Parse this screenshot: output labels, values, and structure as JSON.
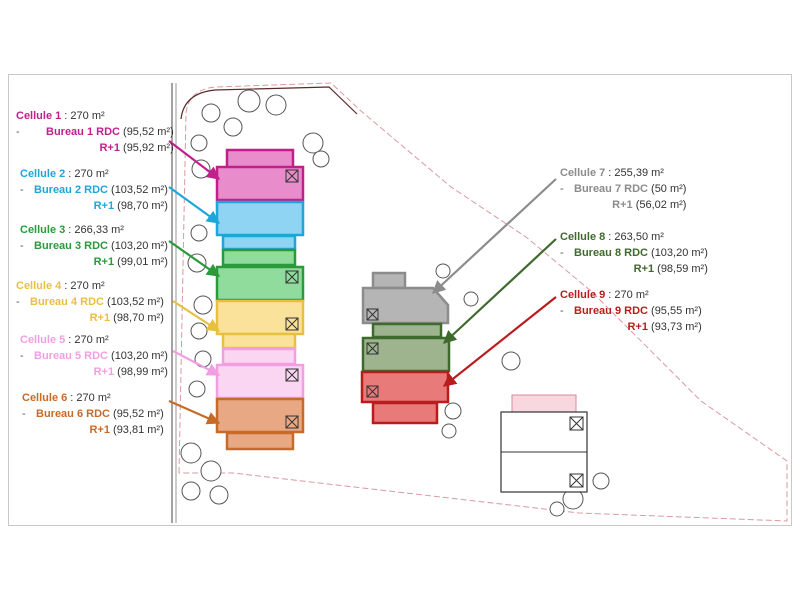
{
  "colors": {
    "c1": "#c0208a",
    "c2": "#1ea6d9",
    "c3": "#2a9a3a",
    "c4": "#e8c040",
    "c5": "#f0a0e0",
    "c6": "#c86a28",
    "c7": "#8c8c8c",
    "c8": "#3f6a2e",
    "c9": "#b81d1d"
  },
  "cells": [
    {
      "id": "1",
      "title": "Cellule 1",
      "area": " : 270 m²",
      "rdc_label": "Bureau 1 RDC",
      "rdc_value": " (95,52 m²)",
      "r1_label": "R+1",
      "r1_value": " (95,92 m²)"
    },
    {
      "id": "2",
      "title": "Cellule 2",
      "area": " : 270 m²",
      "rdc_label": "Bureau 2 RDC",
      "rdc_value": " (103,52 m²)",
      "r1_label": "R+1",
      "r1_value": " (98,70 m²)"
    },
    {
      "id": "3",
      "title": "Cellule 3",
      "area": " : 266,33 m²",
      "rdc_label": "Bureau 3 RDC",
      "rdc_value": " (103,20 m²)",
      "r1_label": "R+1",
      "r1_value": " (99,01 m²)"
    },
    {
      "id": "4",
      "title": "Cellule 4",
      "area": " : 270 m²",
      "rdc_label": "Bureau 4 RDC",
      "rdc_value": " (103,52 m²)",
      "r1_label": "R+1",
      "r1_value": " (98,70 m²)"
    },
    {
      "id": "5",
      "title": "Cellule 5",
      "area": " : 270 m²",
      "rdc_label": "Bureau 5 RDC",
      "rdc_value": " (103,20 m²)",
      "r1_label": "R+1",
      "r1_value": " (98,99 m²)"
    },
    {
      "id": "6",
      "title": "Cellule 6",
      "area": " : 270 m²",
      "rdc_label": "Bureau 6 RDC",
      "rdc_value": " (95,52 m²)",
      "r1_label": "R+1",
      "r1_value": " (93,81 m²)"
    },
    {
      "id": "7",
      "title": "Cellule 7",
      "area": " : 255,39 m²",
      "rdc_label": "Bureau 7 RDC",
      "rdc_value": " (50 m²)",
      "r1_label": "R+1",
      "r1_value": " (56,02 m²)"
    },
    {
      "id": "8",
      "title": "Cellule 8",
      "area": " : 263,50 m²",
      "rdc_label": "Bureau 8 RDC",
      "rdc_value": " (103,20 m²)",
      "r1_label": "R+1",
      "r1_value": " (98,59 m²)"
    },
    {
      "id": "9",
      "title": "Cellule 9",
      "area": " : 270 m²",
      "rdc_label": "Bureau 9 RDC",
      "rdc_value": " (95,55 m²)",
      "r1_label": "R+1",
      "r1_value": " (93,73 m²)"
    }
  ],
  "dash": "-"
}
